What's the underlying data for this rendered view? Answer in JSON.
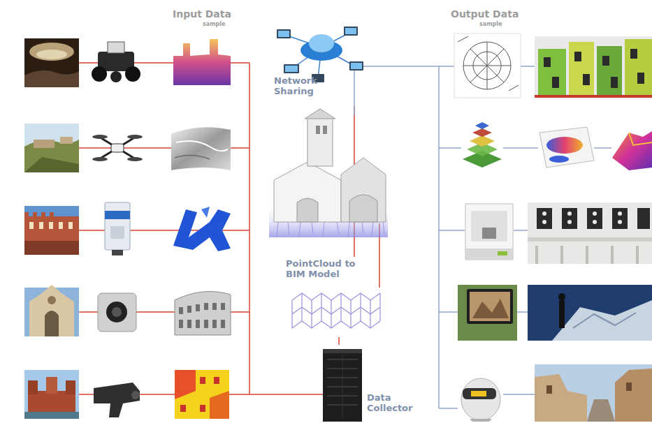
{
  "diagram": {
    "nodes": [
      {
        "text": [
          "Network Sharing"
        ]
      },
      {
        "text": [
          "PointCloud to BIM Model"
        ]
      },
      {
        "text": [
          "Data Collector"
        ]
      }
    ],
    "edges": [
      {
        "from": 2,
        "to": 1,
        "arrow": "none"
      },
      {
        "from": 1,
        "to": 0,
        "arrow": "none"
      }
    ],
    "labels": [
      "Input Data",
      "sample",
      "Output Data",
      "sample"
    ]
  }
}
